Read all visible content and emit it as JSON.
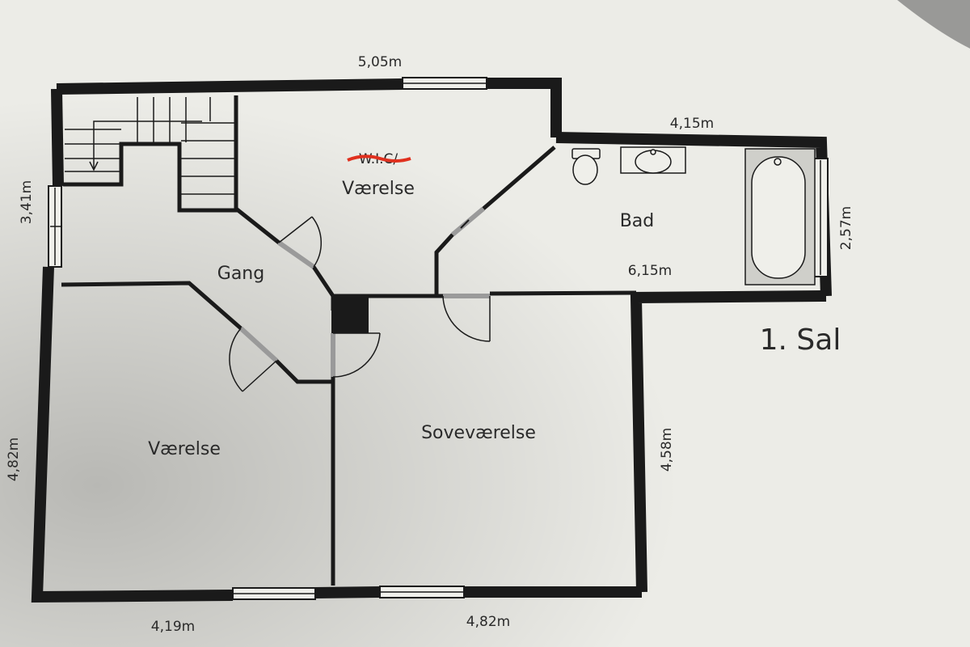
{
  "title": "1. Sal",
  "rooms": {
    "wic_struck": "W.I.C/",
    "vaerelse_top": "Værelse",
    "bad": "Bad",
    "gang": "Gang",
    "vaerelse_bottom": "Værelse",
    "sovevaerelse": "Soveværelse"
  },
  "dimensions": {
    "top_width": "5,05m",
    "bath_width": "4,15m",
    "left_upper": "3,41m",
    "bath_height": "2,57m",
    "inner_width": "6,15m",
    "left_lower": "4,82m",
    "right_lower": "4,58m",
    "bottom_left": "4,19m",
    "bottom_right": "4,82m"
  },
  "colors": {
    "wall": "#1a1a1a",
    "paper": "#efefea",
    "strike_red": "#e0301e"
  }
}
